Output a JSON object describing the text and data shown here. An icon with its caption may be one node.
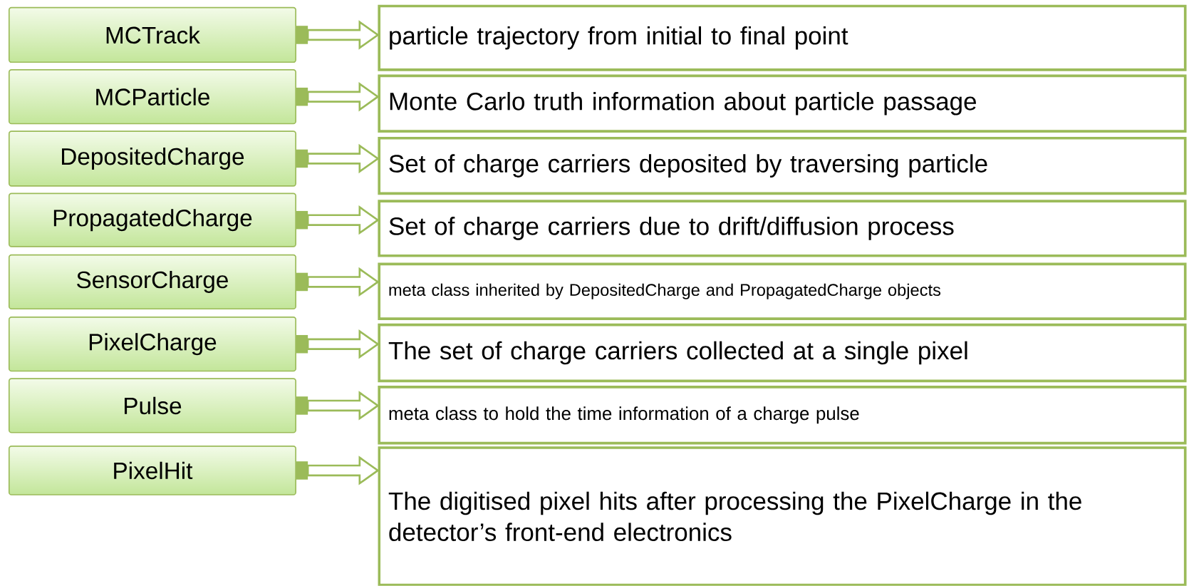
{
  "diagram": {
    "nodes": [
      {
        "text": [
          "MCTrack"
        ]
      },
      {
        "text": [
          "MCParticle"
        ]
      },
      {
        "text": [
          "DepositedCharge"
        ]
      },
      {
        "text": [
          "PropagatedCharge"
        ]
      },
      {
        "text": [
          "SensorCharge"
        ]
      },
      {
        "text": [
          "PixelCharge"
        ]
      },
      {
        "text": [
          "Pulse"
        ]
      },
      {
        "text": [
          "PixelHit"
        ]
      },
      {
        "text": [
          "particle trajectory from initial to final point"
        ]
      },
      {
        "text": [
          "Monte Carlo truth information about particle passage"
        ]
      },
      {
        "text": [
          "Set of charge carriers deposited by traversing particle"
        ]
      },
      {
        "text": [
          "Set of charge carriers due to drift/diffusion process"
        ]
      },
      {
        "text": [
          "meta class inherited by DepositedCharge and PropagatedCharge objects"
        ]
      },
      {
        "text": [
          "The set of charge carriers collected at a single pixel"
        ]
      },
      {
        "text": [
          "meta class to hold the time information of a charge pulse"
        ]
      },
      {
        "text": [
          "The digitised pixel hits after processing the PixelCharge in the detector’s front-end electronics"
        ]
      }
    ],
    "edges": [
      {
        "from": 0,
        "to": 8,
        "arrow": "to"
      },
      {
        "from": 1,
        "to": 9,
        "arrow": "to"
      },
      {
        "from": 2,
        "to": 10,
        "arrow": "to"
      },
      {
        "from": 3,
        "to": 11,
        "arrow": "to"
      },
      {
        "from": 4,
        "to": 12,
        "arrow": "to"
      },
      {
        "from": 5,
        "to": 13,
        "arrow": "to"
      },
      {
        "from": 6,
        "to": 14,
        "arrow": "to"
      },
      {
        "from": 7,
        "to": 15,
        "arrow": "to"
      }
    ]
  }
}
